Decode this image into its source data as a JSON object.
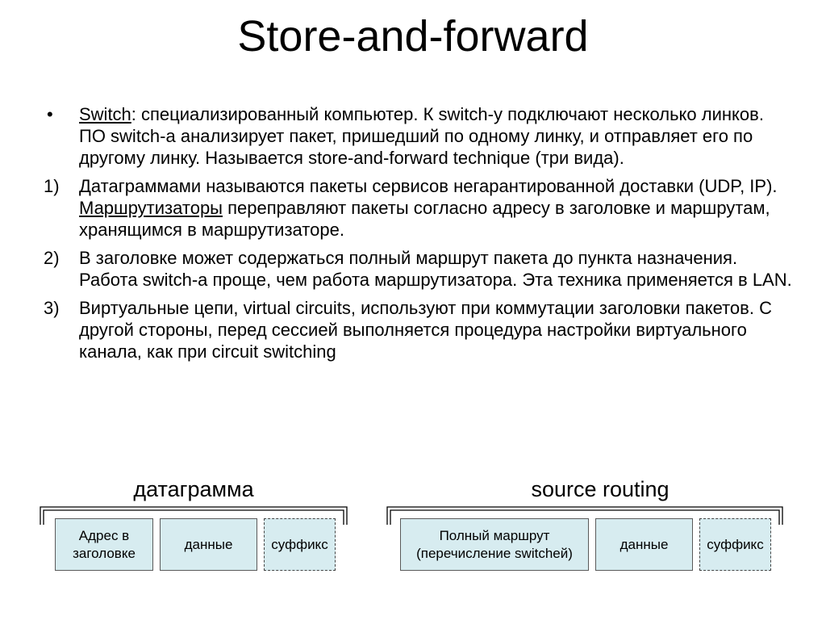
{
  "slide": {
    "title": "Store-and-forward"
  },
  "bullets": [
    {
      "marker": "•",
      "term": "Switch",
      "text": ": специализированный компьютер. К switch-у подключают несколько линков. ПО switch-а анализирует пакет, пришедший по одному линку, и отправляет его по другому линку. Называется store-and-forward technique (три вида)."
    },
    {
      "marker": "1)",
      "text_before": "Датаграммами называются пакеты сервисов негарантированной доставки (UDP, IP). ",
      "term": "Маршрутизаторы",
      "text_after": " переправляют пакеты согласно адресу в заголовке и маршрутам, хранящимся в маршрутизаторе."
    },
    {
      "marker": "2)",
      "text": "В заголовке может содержаться полный маршрут пакета до пункта назначения. Работа switch-а проще, чем работа маршрутизатора. Эта техника применяется в LAN."
    },
    {
      "marker": "3)",
      "text": "Виртуальные цепи, virtual circuits, используют при коммутации заголовки пакетов. С другой стороны, перед сессией выполняется процедура настройки виртуального канала, как при circuit switching"
    }
  ],
  "diagrams": {
    "datagram": {
      "label": "датаграмма",
      "box1": "Адрес в заголовке",
      "box2": "данные",
      "box3": "суффикс"
    },
    "source_routing": {
      "label": "source routing",
      "box1": "Полный маршрут (перечисление switchей)",
      "box2": "данные",
      "box3": "суффикс"
    }
  },
  "colors": {
    "box_fill": "#d7ecf0",
    "box_border": "#5a5a5a"
  }
}
